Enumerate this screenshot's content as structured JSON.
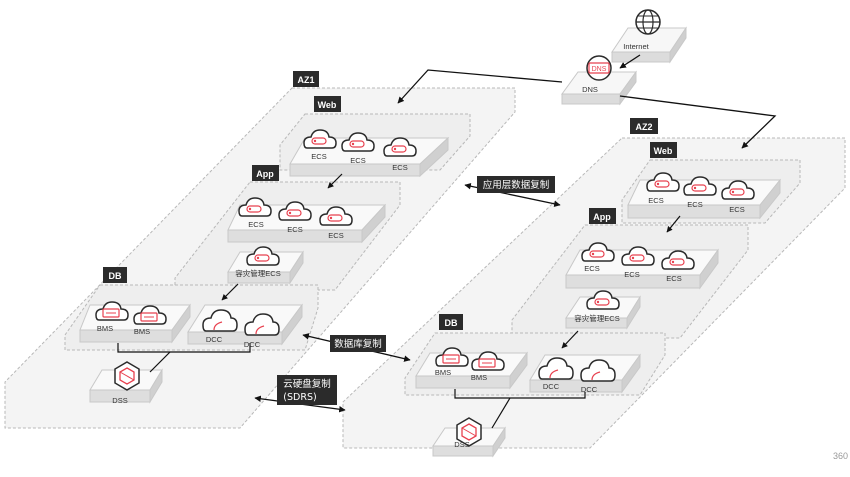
{
  "internet": {
    "label": "Internet"
  },
  "dns": {
    "label": "DNS",
    "icon_text": "DNS"
  },
  "az1": {
    "label": "AZ1",
    "web": {
      "tag": "Web",
      "nodes": [
        "ECS",
        "ECS",
        "ECS"
      ]
    },
    "app": {
      "tag": "App",
      "nodes": [
        "ECS",
        "ECS",
        "ECS"
      ],
      "dr_label": "容灾管理ECS"
    },
    "db": {
      "tag": "DB",
      "bms": [
        "BMS",
        "BMS"
      ],
      "dcc": [
        "DCC",
        "DCC"
      ]
    },
    "dss": {
      "label": "DSS"
    }
  },
  "az2": {
    "label": "AZ2",
    "web": {
      "tag": "Web",
      "nodes": [
        "ECS",
        "ECS",
        "ECS"
      ]
    },
    "app": {
      "tag": "App",
      "nodes": [
        "ECS",
        "ECS",
        "ECS"
      ],
      "dr_label": "容灾管理ECS"
    },
    "db": {
      "tag": "DB",
      "bms": [
        "BMS",
        "BMS"
      ],
      "dcc": [
        "DCC",
        "DCC"
      ]
    },
    "dss": {
      "label": "DSS"
    }
  },
  "replication": {
    "app_layer": "应用层数据复制",
    "database": "数据库复制",
    "sdrs_line1": "云硬盘复制",
    "sdrs_line2": "(SDRS)"
  },
  "corner_text": "360",
  "colors": {
    "accent": "#e8414f",
    "dark": "#2b2b2b",
    "zone_fill": "#f2f2f2",
    "zone_border": "#b5b5b5"
  }
}
